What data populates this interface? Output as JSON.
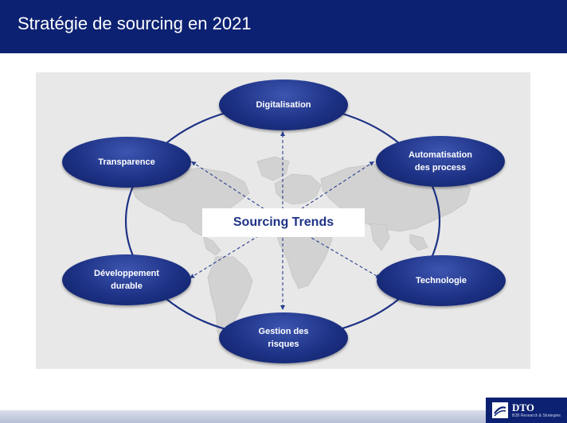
{
  "header": {
    "title": "Stratégie de sourcing en 2021"
  },
  "diagram": {
    "center_label": "Sourcing Trends",
    "nodes": [
      {
        "label": "Digitalisation"
      },
      {
        "label": "Automatisation\ndes process"
      },
      {
        "label": "Technologie"
      },
      {
        "label": "Gestion des\nrisques"
      },
      {
        "label": "Développement\ndurable"
      },
      {
        "label": "Transparence"
      }
    ]
  },
  "logo": {
    "name": "DTO",
    "tagline": "B2B Research & Strategies"
  },
  "colors": {
    "brand": "#0c2172",
    "node": "#1d3285",
    "panel": "#e8e8e8",
    "arrow": "#2b3f8f"
  }
}
